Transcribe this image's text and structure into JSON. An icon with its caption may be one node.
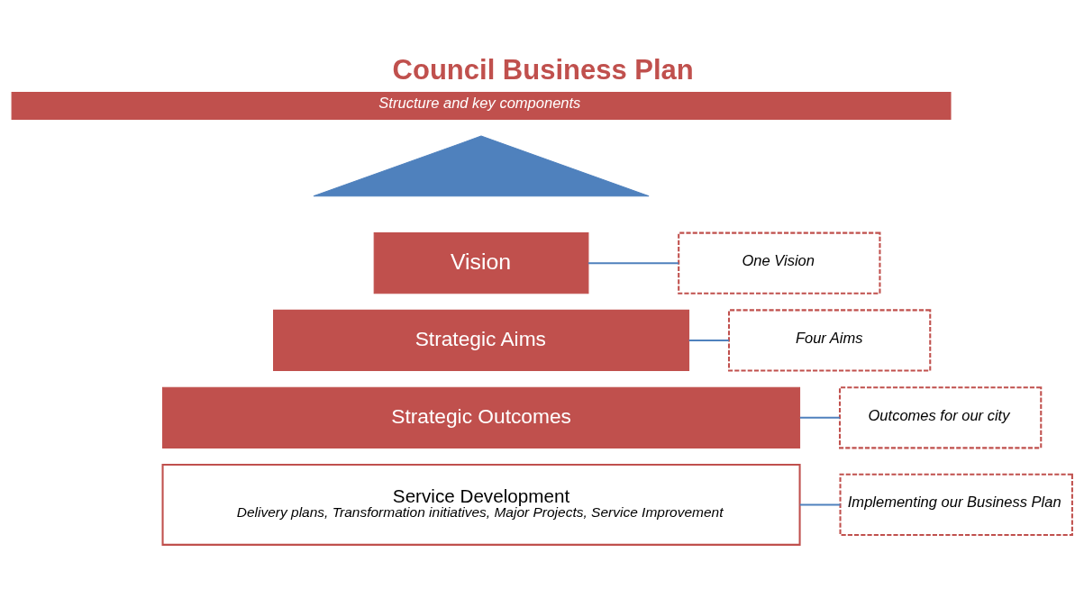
{
  "diagram": {
    "title": "Council Business Plan",
    "nodes": [
      {
        "text": [
          "Structure and key components"
        ]
      },
      {
        "text": [],
        "shape": "triangle"
      },
      {
        "text": [
          "Vision"
        ]
      },
      {
        "text": [
          "Strategic Aims"
        ]
      },
      {
        "text": [
          "Strategic Outcomes"
        ]
      },
      {
        "text": [
          "Service Development",
          "Delivery plans, Transformation initiatives, Major Projects, Service Improvement"
        ]
      },
      {
        "text": [
          "One Vision"
        ]
      },
      {
        "text": [
          "Four Aims"
        ]
      },
      {
        "text": [
          "Outcomes for our city"
        ]
      },
      {
        "text": [
          "Implementing our Business Plan"
        ]
      }
    ],
    "edges": [
      {
        "from": 2,
        "to": 6,
        "arrow": "none"
      },
      {
        "from": 3,
        "to": 7,
        "arrow": "none"
      },
      {
        "from": 4,
        "to": 8,
        "arrow": "none"
      },
      {
        "from": 5,
        "to": 9,
        "arrow": "none"
      }
    ]
  }
}
